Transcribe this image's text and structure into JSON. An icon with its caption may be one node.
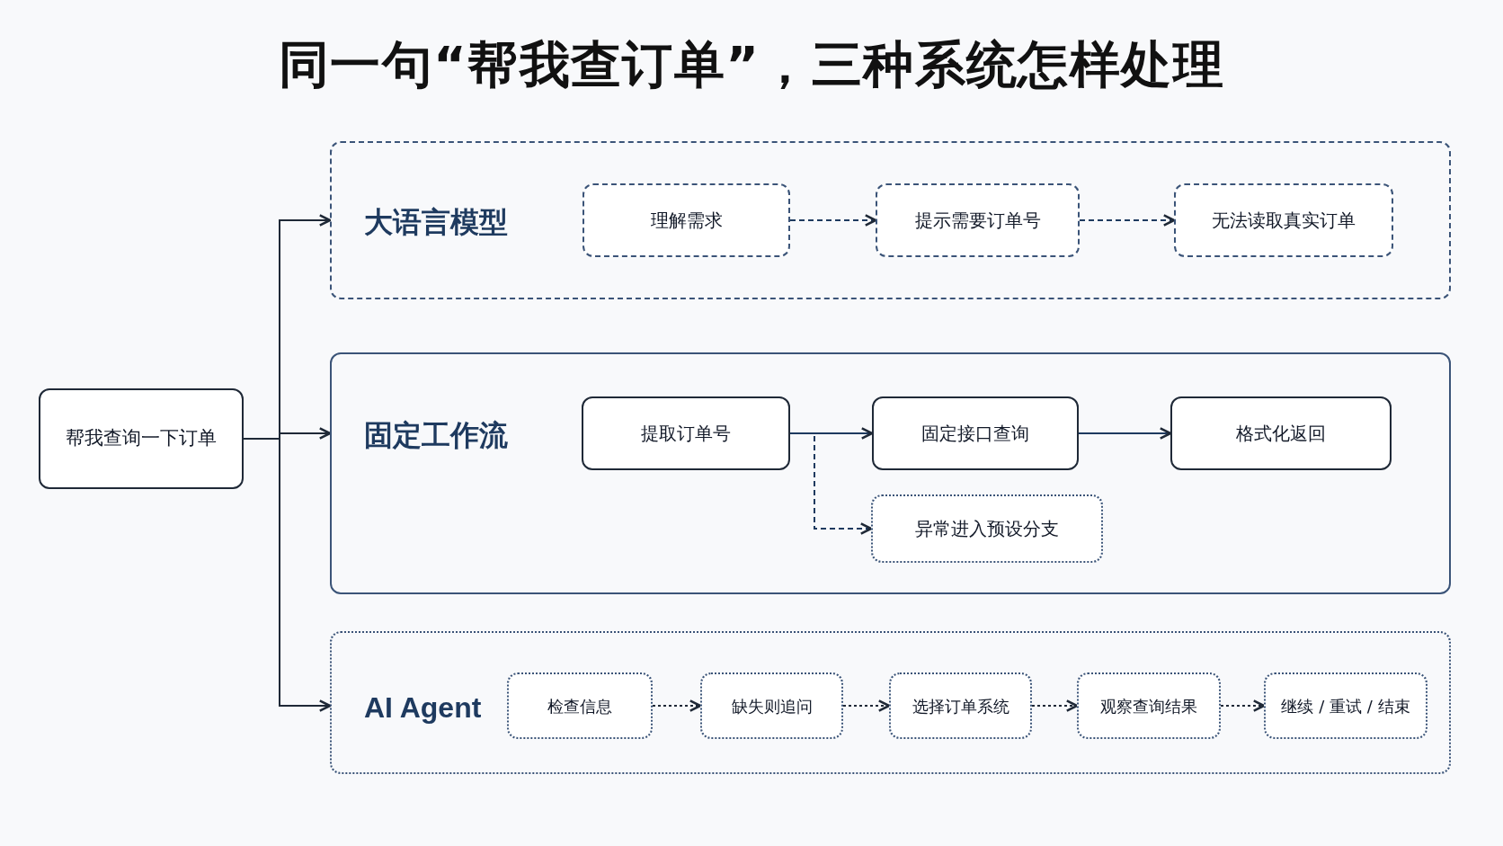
{
  "diagram": {
    "title": "同一句“帮我查订单”，三种系统怎样处理",
    "nodes": [
      {
        "text": [
          "帮我查询一下订单"
        ]
      },
      {
        "text": [
          "大语言模型"
        ]
      },
      {
        "text": [
          "理解需求"
        ],
        "in": 1
      },
      {
        "text": [
          "提示需要订单号"
        ],
        "in": 1
      },
      {
        "text": [
          "无法读取真实订单"
        ],
        "in": 1
      },
      {
        "text": [
          "固定工作流"
        ]
      },
      {
        "text": [
          "提取订单号"
        ],
        "in": 5
      },
      {
        "text": [
          "固定接口查询"
        ],
        "in": 5
      },
      {
        "text": [
          "格式化返回"
        ],
        "in": 5
      },
      {
        "text": [
          "异常进入预设分支"
        ],
        "in": 5
      },
      {
        "text": [
          "AI Agent"
        ]
      },
      {
        "text": [
          "检查信息"
        ],
        "in": 10
      },
      {
        "text": [
          "缺失则追问"
        ],
        "in": 10
      },
      {
        "text": [
          "选择订单系统"
        ],
        "in": 10
      },
      {
        "text": [
          "观察查询结果"
        ],
        "in": 10
      },
      {
        "text": [
          "继续 / 重试 / 结束"
        ],
        "in": 10
      }
    ],
    "edges": [
      {
        "from": 0,
        "to": 1,
        "arrow": "to"
      },
      {
        "from": 0,
        "to": 5,
        "arrow": "to"
      },
      {
        "from": 0,
        "to": 10,
        "arrow": "to"
      },
      {
        "from": 2,
        "to": 3,
        "arrow": "to",
        "style": "dashed"
      },
      {
        "from": 3,
        "to": 4,
        "arrow": "to",
        "style": "dashed"
      },
      {
        "from": 6,
        "to": 7,
        "arrow": "to"
      },
      {
        "from": 7,
        "to": 8,
        "arrow": "to"
      },
      {
        "from": 6,
        "to": 9,
        "arrow": "to",
        "style": "dashed"
      },
      {
        "from": 11,
        "to": 12,
        "arrow": "to",
        "style": "dashed"
      },
      {
        "from": 12,
        "to": 13,
        "arrow": "to",
        "style": "dashed"
      },
      {
        "from": 13,
        "to": 14,
        "arrow": "to",
        "style": "dashed"
      },
      {
        "from": 14,
        "to": 15,
        "arrow": "to",
        "style": "dashed"
      }
    ]
  }
}
